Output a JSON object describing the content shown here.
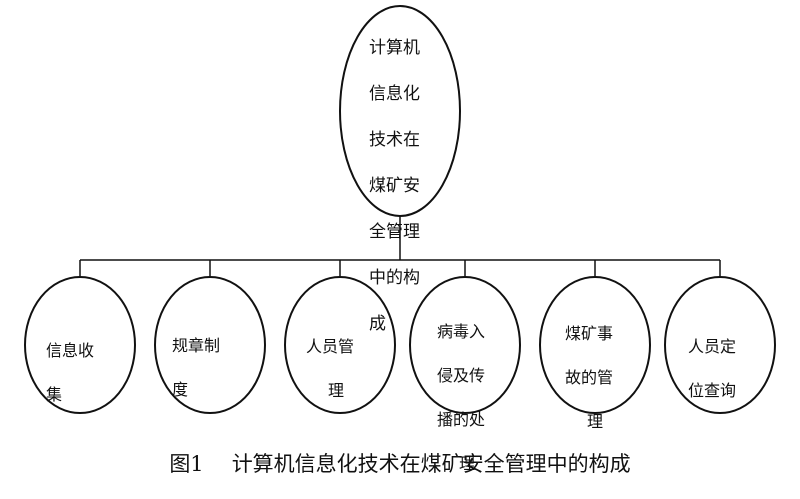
{
  "root": {
    "lines": [
      "计算机",
      "信息化",
      "技术在",
      "煤矿安",
      "全管理",
      "中的构",
      "成"
    ]
  },
  "children": [
    {
      "lines": [
        "信息收",
        "集"
      ]
    },
    {
      "lines": [
        "规章制",
        "度"
      ]
    },
    {
      "lines": [
        "人员管",
        "理"
      ]
    },
    {
      "lines": [
        "病毒入",
        "侵及传",
        "播的处",
        "理"
      ]
    },
    {
      "lines": [
        "煤矿事",
        "故的管",
        "理"
      ]
    },
    {
      "lines": [
        "人员定",
        "位查询"
      ]
    }
  ],
  "caption": {
    "figure_number": "图1",
    "title": "计算机信息化技术在煤矿安全管理中的构成"
  }
}
